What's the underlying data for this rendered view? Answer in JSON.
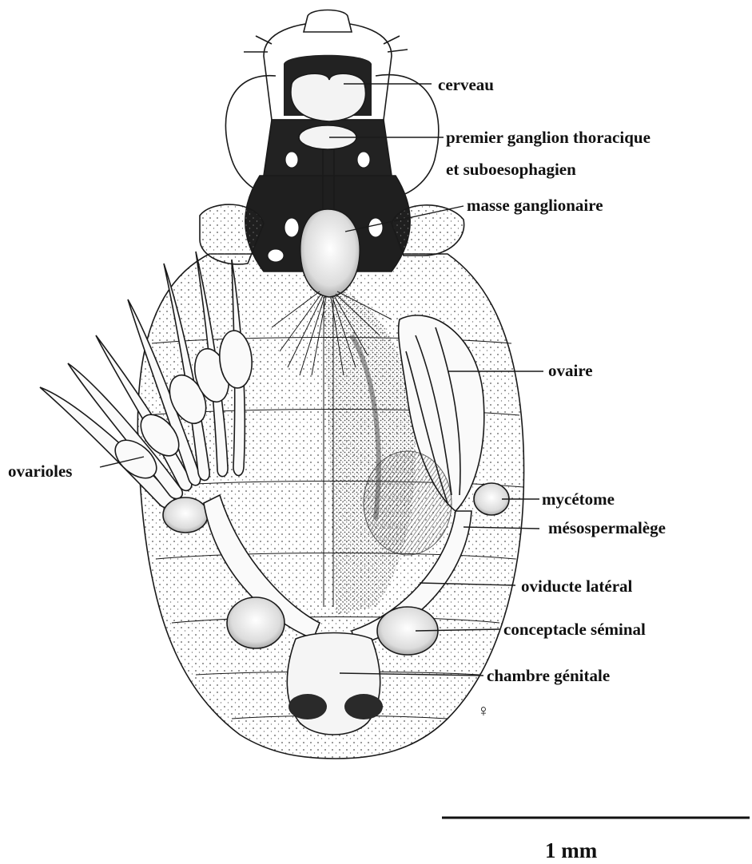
{
  "labels": {
    "brain": "cerveau",
    "first_thoracic_ganglion_line1": "premier ganglion thoracique",
    "first_thoracic_ganglion_line2": "et suboesophagien",
    "ganglion_mass": "masse ganglionaire",
    "ovary": "ovaire",
    "ovarioles": "ovarioles",
    "mycetome": "mycétome",
    "mesospermalege": "mésospermalège",
    "lateral_oviduct": "oviducte latéral",
    "seminal_conceptacle": "conceptacle séminal",
    "genital_chamber": "chambre génitale",
    "sex_symbol": "♀"
  },
  "scale_bar": {
    "label": "1 mm"
  },
  "colors": {
    "ink": "#1a1a1a",
    "background": "#ffffff",
    "dark_tissue": "#2b2b2b",
    "stipple": "#9a9a9a"
  }
}
